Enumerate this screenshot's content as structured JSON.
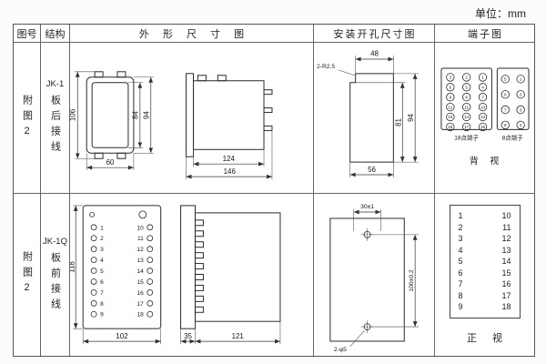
{
  "unit_label": "单位：mm",
  "header": {
    "fig_no": "图号",
    "structure": "结构",
    "outline": "外 形 尺 寸 图",
    "install": "安装开孔尺寸图",
    "terminal": "端子图"
  },
  "row1": {
    "fig_no": "附图2",
    "model": "JK-1",
    "wiring": "板后接线",
    "dims": {
      "h_outer": "106",
      "h_mid": "84",
      "h_flange": "94",
      "w_front": "60",
      "d_body": "124",
      "d_total": "146"
    },
    "install": {
      "corner": "2-R2.5",
      "top_w": "48",
      "h_inner": "81",
      "h_outer": "94",
      "bottom_w": "56"
    },
    "terminal": {
      "t18": [
        [
          "3",
          "2",
          "1"
        ],
        [
          "6",
          "5",
          "4"
        ],
        [
          "9",
          "8",
          "7"
        ],
        [
          "12",
          "11",
          "10"
        ],
        [
          "15",
          "14",
          "13"
        ],
        [
          "18",
          "17",
          "16"
        ]
      ],
      "t8": [
        [
          "5",
          "1"
        ],
        [
          "6",
          "2"
        ],
        [
          "7",
          "3"
        ],
        [
          "8",
          "4"
        ]
      ],
      "label18": "18点端子",
      "label8": "8点端子",
      "view": "背 视"
    }
  },
  "row2": {
    "fig_no": "附图2",
    "model": "JK-1Q",
    "wiring": "板前接线",
    "dims": {
      "h_front": "118",
      "w_front": "102",
      "d_flange": "35",
      "d_body": "121"
    },
    "left_terms": [
      "1",
      "2",
      "3",
      "4",
      "5",
      "6",
      "7",
      "8",
      "9"
    ],
    "right_terms": [
      "10",
      "11",
      "12",
      "13",
      "14",
      "15",
      "16",
      "17",
      "18"
    ],
    "install": {
      "top": "30±1",
      "vert": "100±0.2",
      "holes": "2-φ5"
    },
    "terminal": {
      "pairs": [
        [
          "1",
          "10"
        ],
        [
          "2",
          "11"
        ],
        [
          "3",
          "12"
        ],
        [
          "4",
          "13"
        ],
        [
          "5",
          "14"
        ],
        [
          "6",
          "15"
        ],
        [
          "7",
          "16"
        ],
        [
          "8",
          "17"
        ],
        [
          "9",
          "18"
        ]
      ],
      "view": "正 视"
    }
  }
}
